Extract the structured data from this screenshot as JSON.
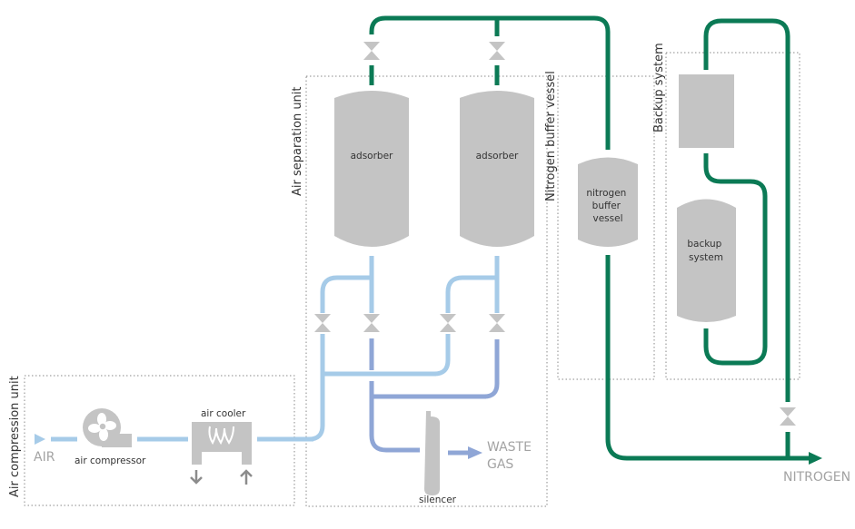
{
  "title": "Nitrogen generation process diagram",
  "colors": {
    "air_pipe": "#a6cbe8",
    "waste_pipe": "#8fa6d6",
    "nitrogen_pipe": "#0b7a55",
    "equipment": "#c4c4c4",
    "stream_label": "#a3a3a3",
    "text": "#333333"
  },
  "units": {
    "air_compression": "Air compression unit",
    "air_separation": "Air separation unit",
    "nitrogen_buffer": "Nitrogen buffer vessel",
    "backup": "Backup system"
  },
  "equipment": {
    "air_compressor": "air compressor",
    "air_cooler": "air cooler",
    "adsorber_1": "adsorber",
    "adsorber_2": "adsorber",
    "silencer": "silencer",
    "buffer_vessel_lines": [
      "nitrogen",
      "buffer",
      "vessel"
    ],
    "backup_system_lines": [
      "backup",
      "system"
    ]
  },
  "streams": {
    "air_in": "AIR",
    "waste_gas_lines": [
      "WASTE",
      "GAS"
    ],
    "nitrogen_out": "NITROGEN"
  },
  "icons": {
    "compressor": "fan-icon",
    "cooler": "coil-icon",
    "valve": "butterfly-valve-icon",
    "cooling_out": "arrow-down-icon",
    "cooling_in": "arrow-up-icon"
  }
}
